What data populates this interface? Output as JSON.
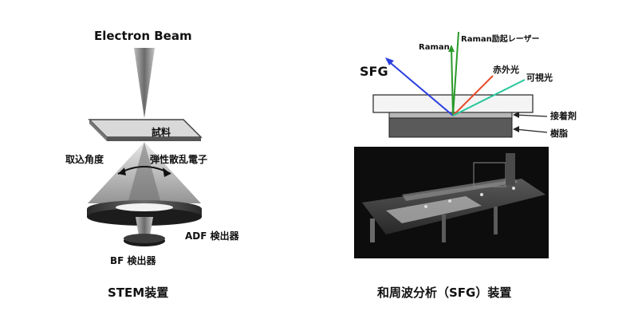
{
  "stem": {
    "beam_label": "Electron Beam",
    "sample_label": "試料",
    "acceptance_angle_label": "取込角度",
    "scattered_label": "弾性散乱電子",
    "adf_label": "ADF 検出器",
    "bf_label": "BF 検出器",
    "caption": "STEM装置"
  },
  "sfg": {
    "sfg_label": "SFG",
    "raman_label": "Raman",
    "raman_laser_label": "Raman励起レーザー",
    "ir_label": "赤外光",
    "visible_label": "可視光",
    "adhesive_label": "接着剤",
    "resin_label": "樹脂",
    "caption": "和周波分析（SFG）装置"
  },
  "colors": {
    "sfg_beam": "#2b3fe0",
    "raman_beam": "#2a9a2a",
    "ir_beam": "#e84a2a",
    "visible_beam": "#27c79a"
  }
}
